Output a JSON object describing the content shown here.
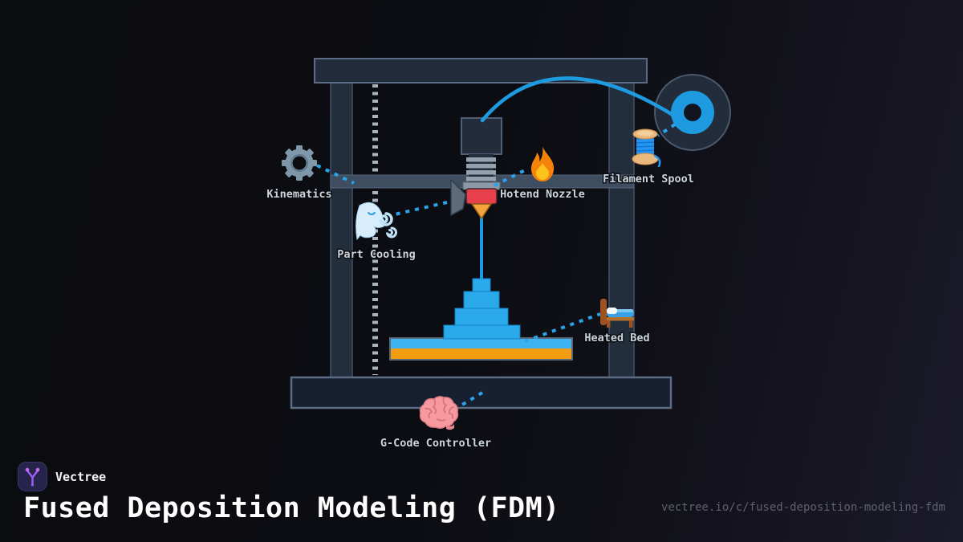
{
  "page": {
    "brand": "Vectree",
    "title": "Fused Deposition Modeling (FDM)",
    "url": "vectree.io/c/fused-deposition-modeling-fdm"
  },
  "diagram": {
    "subject": "FDM 3D printer schematic",
    "labels": {
      "kinematics": "Kinematics",
      "hotend_nozzle": "Hotend Nozzle",
      "part_cooling": "Part Cooling",
      "filament_spool": "Filament Spool",
      "heated_bed": "Heated Bed",
      "gcode_controller": "G-Code Controller"
    },
    "icons": {
      "kinematics": "gear-icon",
      "hotend_nozzle": "flame-icon",
      "part_cooling": "wind-face-icon",
      "filament_spool": "thread-spool-icon",
      "heated_bed": "bed-icon",
      "gcode_controller": "brain-icon"
    },
    "colors": {
      "filament_blue": "#1e9be0",
      "print_blue": "#2aa9eb",
      "bed_surface_blue": "#3eb3f1",
      "bed_heater_orange": "#f19d0f",
      "heater_block_red": "#e8404a",
      "nozzle_orange": "#f2a33c",
      "connector_dotted_blue": "#2aa3e8",
      "frame_fill": "#222c3a",
      "frame_border": "#5c6c84",
      "label_text": "#ccd4dc",
      "logo_purple": "#9b5df5",
      "logo_bg": "#26244a"
    }
  }
}
